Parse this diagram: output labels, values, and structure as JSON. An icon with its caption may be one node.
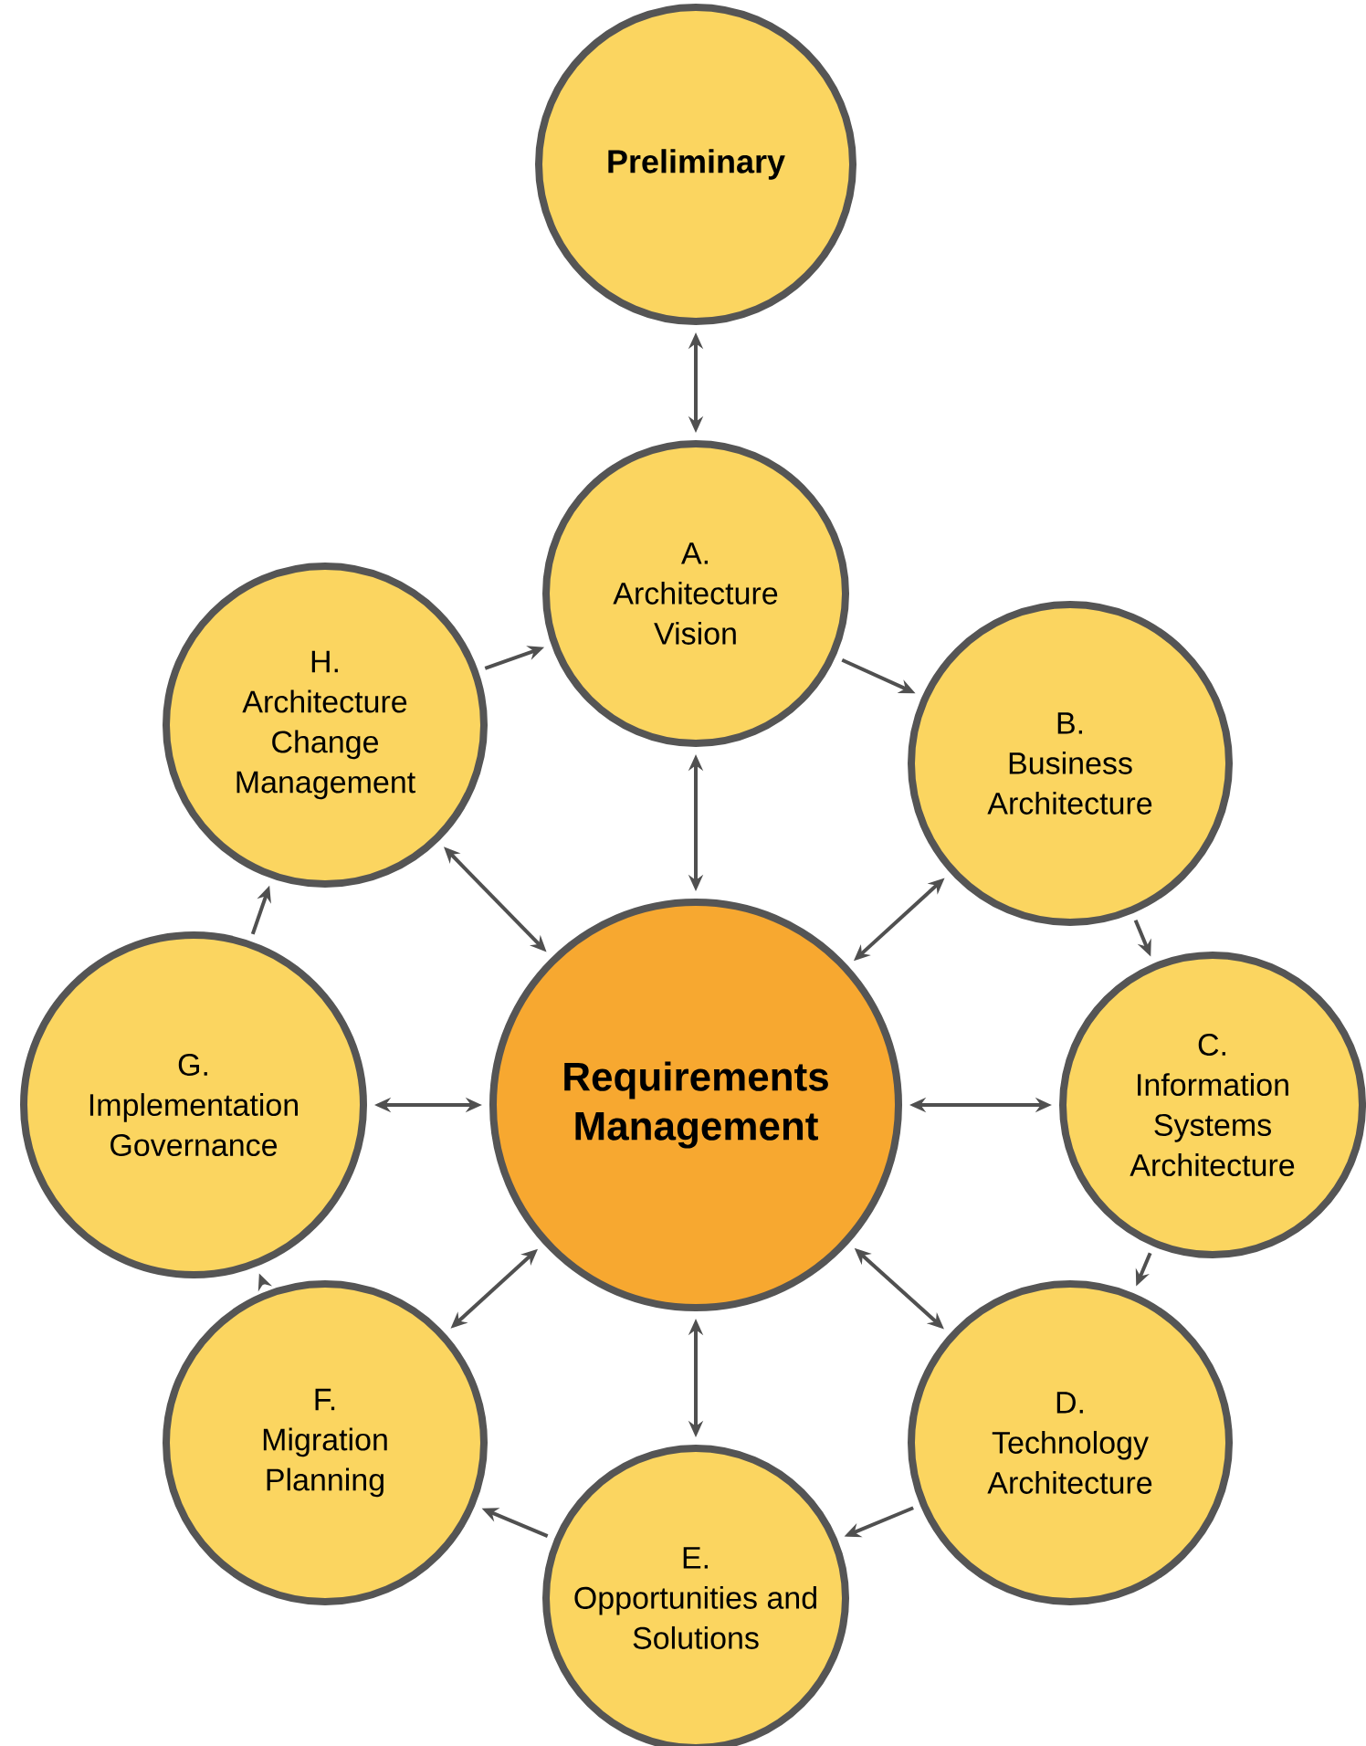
{
  "diagram": {
    "nodes": [
      {
        "text": [
          "Preliminary"
        ]
      },
      {
        "text": [
          "A.",
          "Architecture Vision"
        ]
      },
      {
        "text": [
          "B.",
          "Business Architecture"
        ]
      },
      {
        "text": [
          "C.",
          "Information Systems Architecture"
        ]
      },
      {
        "text": [
          "D.",
          "Technology Architecture"
        ]
      },
      {
        "text": [
          "E.",
          "Opportunities and Solutions"
        ]
      },
      {
        "text": [
          "F.",
          "Migration Planning"
        ]
      },
      {
        "text": [
          "G.",
          "Implementation Governance"
        ]
      },
      {
        "text": [
          "H.",
          "Architecture Change Management"
        ]
      },
      {
        "text": [
          "Requirements Management"
        ]
      }
    ],
    "edges": [
      {
        "from": 0,
        "to": 1,
        "arrow": "both"
      },
      {
        "from": 1,
        "to": 2,
        "arrow": "to"
      },
      {
        "from": 2,
        "to": 3,
        "arrow": "to"
      },
      {
        "from": 3,
        "to": 4,
        "arrow": "to"
      },
      {
        "from": 4,
        "to": 5,
        "arrow": "to"
      },
      {
        "from": 5,
        "to": 6,
        "arrow": "to"
      },
      {
        "from": 6,
        "to": 7,
        "arrow": "to"
      },
      {
        "from": 7,
        "to": 8,
        "arrow": "to"
      },
      {
        "from": 8,
        "to": 1,
        "arrow": "to"
      },
      {
        "from": 9,
        "to": 1,
        "arrow": "both"
      },
      {
        "from": 9,
        "to": 2,
        "arrow": "both"
      },
      {
        "from": 9,
        "to": 3,
        "arrow": "both"
      },
      {
        "from": 9,
        "to": 4,
        "arrow": "both"
      },
      {
        "from": 9,
        "to": 5,
        "arrow": "both"
      },
      {
        "from": 9,
        "to": 6,
        "arrow": "both"
      },
      {
        "from": 9,
        "to": 7,
        "arrow": "both"
      },
      {
        "from": 9,
        "to": 8,
        "arrow": "both"
      }
    ]
  }
}
